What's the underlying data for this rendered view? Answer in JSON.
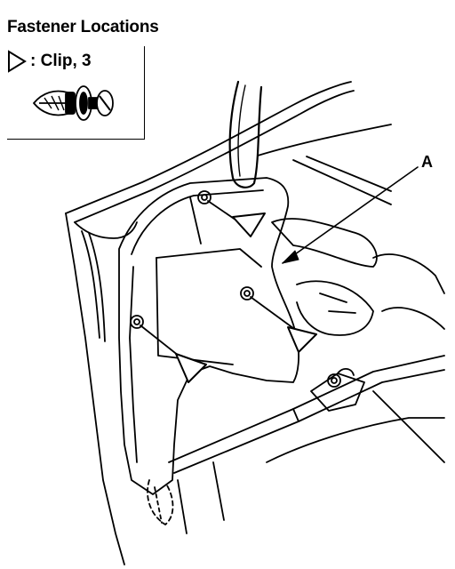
{
  "header": {
    "title": "Fastener Locations"
  },
  "legend": {
    "symbol": "triangle-marker-icon",
    "label": ": Clip, 3"
  },
  "callouts": [
    {
      "label": "A"
    }
  ],
  "icons": [
    "triangle-marker-icon",
    "clip-icon"
  ],
  "colors": {
    "ink": "#000000",
    "paper": "#ffffff"
  }
}
